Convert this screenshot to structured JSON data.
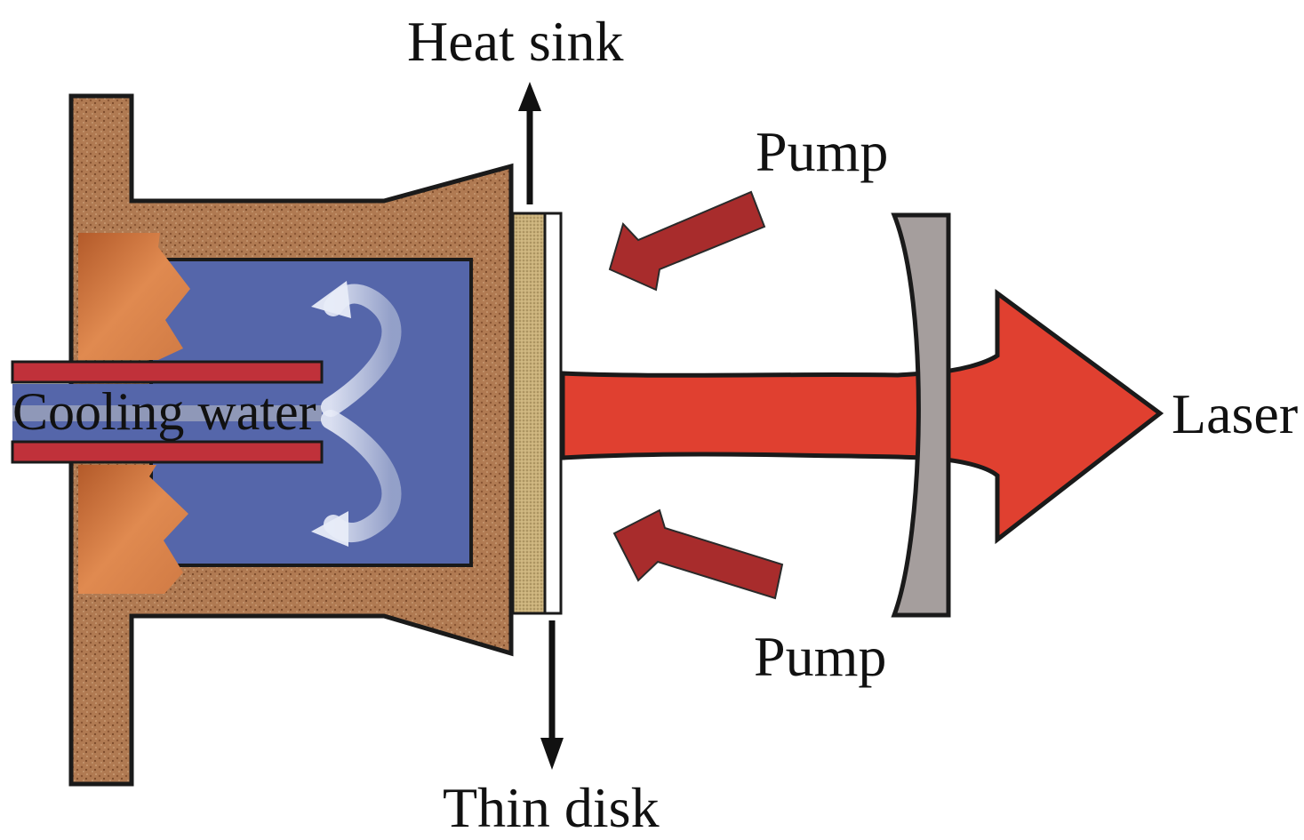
{
  "labels": {
    "heat_sink": "Heat sink",
    "pump_top": "Pump",
    "pump_bottom": "Pump",
    "cooling_water": "Cooling water",
    "laser": "Laser",
    "thin_disk": "Thin disk"
  },
  "colors": {
    "heat_sink_body": "#b07a52",
    "heat_sink_speckle": "#8a5634",
    "water": "#5566aa",
    "copper": "#d9824a",
    "pipe": "#c0313a",
    "pipe_inner": "#8f98b8",
    "laser_beam": "#e04030",
    "pump_arrow": "#a82c2c",
    "mirror": "#a59e9d",
    "disk_layer": "#c9b07a",
    "outline": "#1a1a1a",
    "flow_arrow": "#c8d0ea"
  }
}
